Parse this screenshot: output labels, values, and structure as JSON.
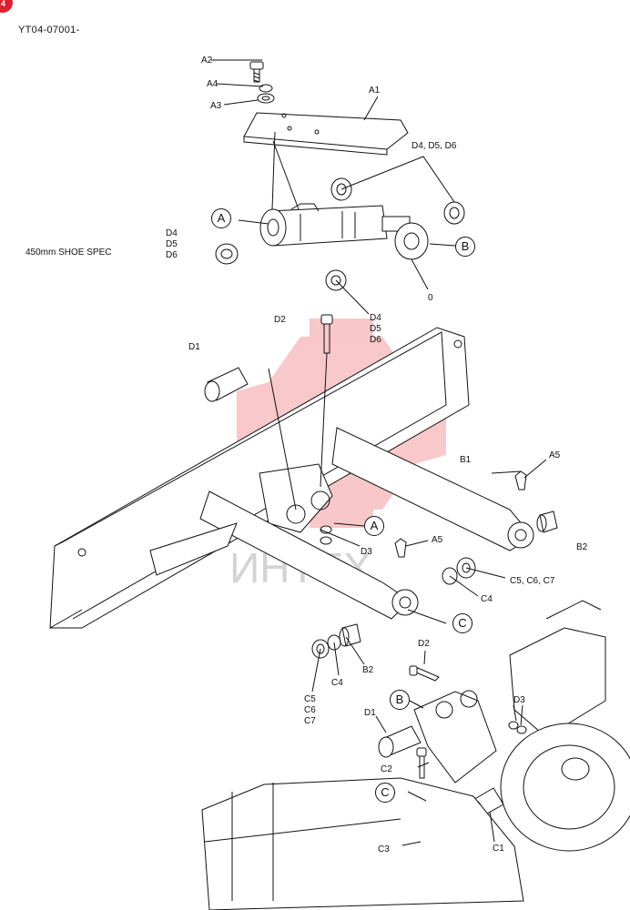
{
  "page": {
    "corner_badge": "4",
    "doc_id": "YT04-07001-",
    "spec_note": "450mm SHOE SPEC"
  },
  "labels": {
    "a1": "A1",
    "a2": "A2",
    "a3": "A3",
    "a4": "A4",
    "a5_upper": "A5",
    "a5_lower": "A5",
    "b1": "B1",
    "b2_right": "B2",
    "b2_lower": "B2",
    "c1": "C1",
    "c2": "C2",
    "c3": "C3",
    "c4_right": "C4",
    "c4_lower": "C4",
    "c567_right": "C5, C6, C7",
    "c5": "C5",
    "c6": "C6",
    "c7": "C7",
    "d1_upper": "D1",
    "d1_lower": "D1",
    "d2_upper": "D2",
    "d2_lower": "D2",
    "d3_mid": "D3",
    "d3_right": "D3",
    "d456_top": "D4, D5, D6",
    "d4_left": "D4",
    "d5_left": "D5",
    "d6_left": "D6",
    "d4_mid": "D4",
    "d5_mid": "D5",
    "d6_mid": "D6",
    "zero": "0"
  },
  "callouts": {
    "a_top": "A",
    "b_top": "B",
    "a_mid": "A",
    "c_mid": "C",
    "b_low": "B",
    "c_low": "C"
  },
  "watermark": {
    "text": "ИНТЕХ",
    "color": "#e8383f"
  }
}
